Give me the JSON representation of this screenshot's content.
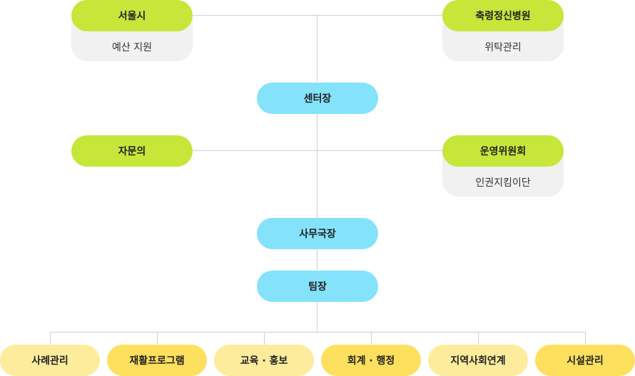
{
  "top": {
    "left": {
      "title": "서울시",
      "sub": "예산 지원"
    },
    "right": {
      "title": "축령정신병원",
      "sub": "위탁관리"
    }
  },
  "center_head": "센터장",
  "middle": {
    "left": {
      "title": "자문의"
    },
    "right": {
      "title": "운영위원회",
      "sub": "인권지킴이단"
    }
  },
  "secretary": "사무국장",
  "team_lead": "팀장",
  "teams": [
    "사례관리",
    "재활프로그램",
    "교육 · 홍보",
    "회계 · 행정",
    "지역사회연계",
    "시설관리"
  ],
  "colors": {
    "green": "#c6e63a",
    "blue": "#84e2fb",
    "yellow_light": "#fdec9c",
    "yellow_dark": "#fde05d",
    "card_bg": "#f1f1f1",
    "line": "#cfcfcf"
  }
}
